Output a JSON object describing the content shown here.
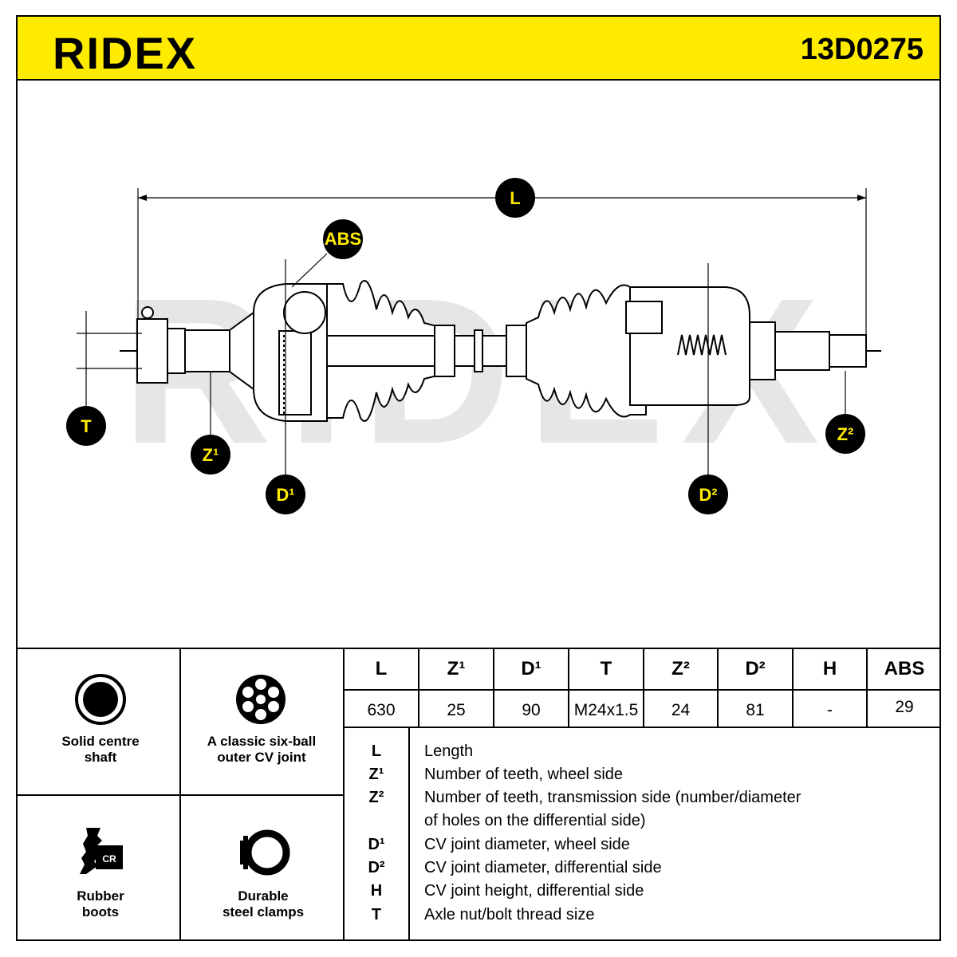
{
  "header": {
    "brand": "RIDEX",
    "part_number": "13D0275",
    "color": "#FFEB00"
  },
  "diagram": {
    "labels": {
      "L": "L",
      "ABS": "ABS",
      "T": "T",
      "Z1": "Z¹",
      "D1": "D¹",
      "D2": "D²",
      "Z2": "Z²"
    }
  },
  "features": [
    {
      "icon": "solid-shaft-icon",
      "label_line1": "Solid centre",
      "label_line2": "shaft"
    },
    {
      "icon": "six-ball-joint-icon",
      "label_line1": "A classic six-ball",
      "label_line2": "outer CV joint"
    },
    {
      "icon": "rubber-boot-icon",
      "label_line1": "Rubber",
      "label_line2": "boots",
      "badge": "CR"
    },
    {
      "icon": "steel-clamp-icon",
      "label_line1": "Durable",
      "label_line2": "steel clamps"
    }
  ],
  "specs": {
    "headers": [
      "L",
      "Z¹",
      "D¹",
      "T",
      "Z²",
      "D²",
      "H",
      "ABS"
    ],
    "values": [
      "630",
      "25",
      "90",
      "M24x1.5",
      "24",
      "81",
      "-",
      "29"
    ]
  },
  "legend": [
    {
      "key": "L",
      "text": "Length"
    },
    {
      "key": "Z¹",
      "text": "Number of teeth, wheel side"
    },
    {
      "key": "Z²",
      "text": "Number of teeth, transmission side (number/diameter"
    },
    {
      "key": "",
      "text": "of holes on the differential side)"
    },
    {
      "key": "D¹",
      "text": "CV joint diameter, wheel side"
    },
    {
      "key": "D²",
      "text": "CV joint diameter, differential side"
    },
    {
      "key": "H",
      "text": "CV joint height, differential side"
    },
    {
      "key": "T",
      "text": "Axle nut/bolt thread size"
    }
  ]
}
